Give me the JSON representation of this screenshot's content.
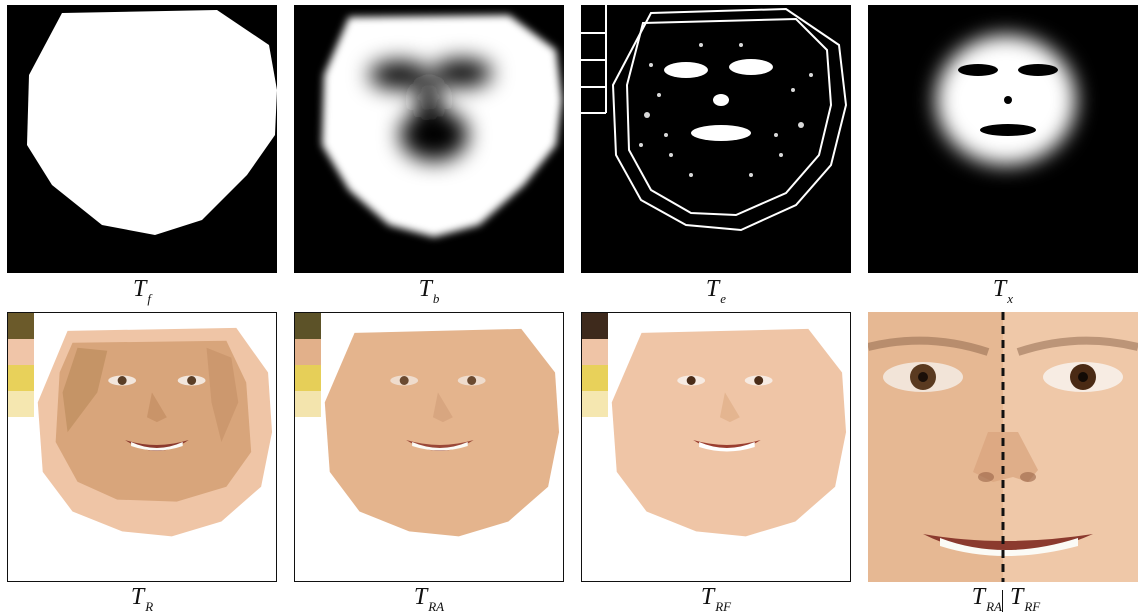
{
  "figure": {
    "row1": [
      {
        "id": "tf",
        "main": "T",
        "sub": "f"
      },
      {
        "id": "tb",
        "main": "T",
        "sub": "b"
      },
      {
        "id": "te",
        "main": "T",
        "sub": "e"
      },
      {
        "id": "tx",
        "main": "T",
        "sub": "x"
      }
    ],
    "row2": [
      {
        "id": "tr",
        "main": "T",
        "sub": "R",
        "swatches": [
          "#6b5a2a",
          "#f0c5a8",
          "#e8d15a",
          "#f5e7b0"
        ]
      },
      {
        "id": "tra",
        "main": "T",
        "sub": "RA",
        "swatches": [
          "#5c5228",
          "#e2b08a",
          "#e6cf58",
          "#f3e4ad"
        ]
      },
      {
        "id": "trf",
        "main": "T",
        "sub": "RF",
        "swatches": [
          "#3e2a1c",
          "#efc4a6",
          "#e8d15a",
          "#f5e7b0"
        ]
      },
      {
        "id": "split",
        "left_main": "T",
        "left_sub": "RA",
        "right_main": "T",
        "right_sub": "RF"
      }
    ]
  },
  "colors": {
    "mask_bg": "#000000",
    "mask_fg": "#ffffff",
    "skin_photo": "#d8a57b",
    "skin_flat": "#e4b48d",
    "skin_light": "#efc5a6"
  }
}
